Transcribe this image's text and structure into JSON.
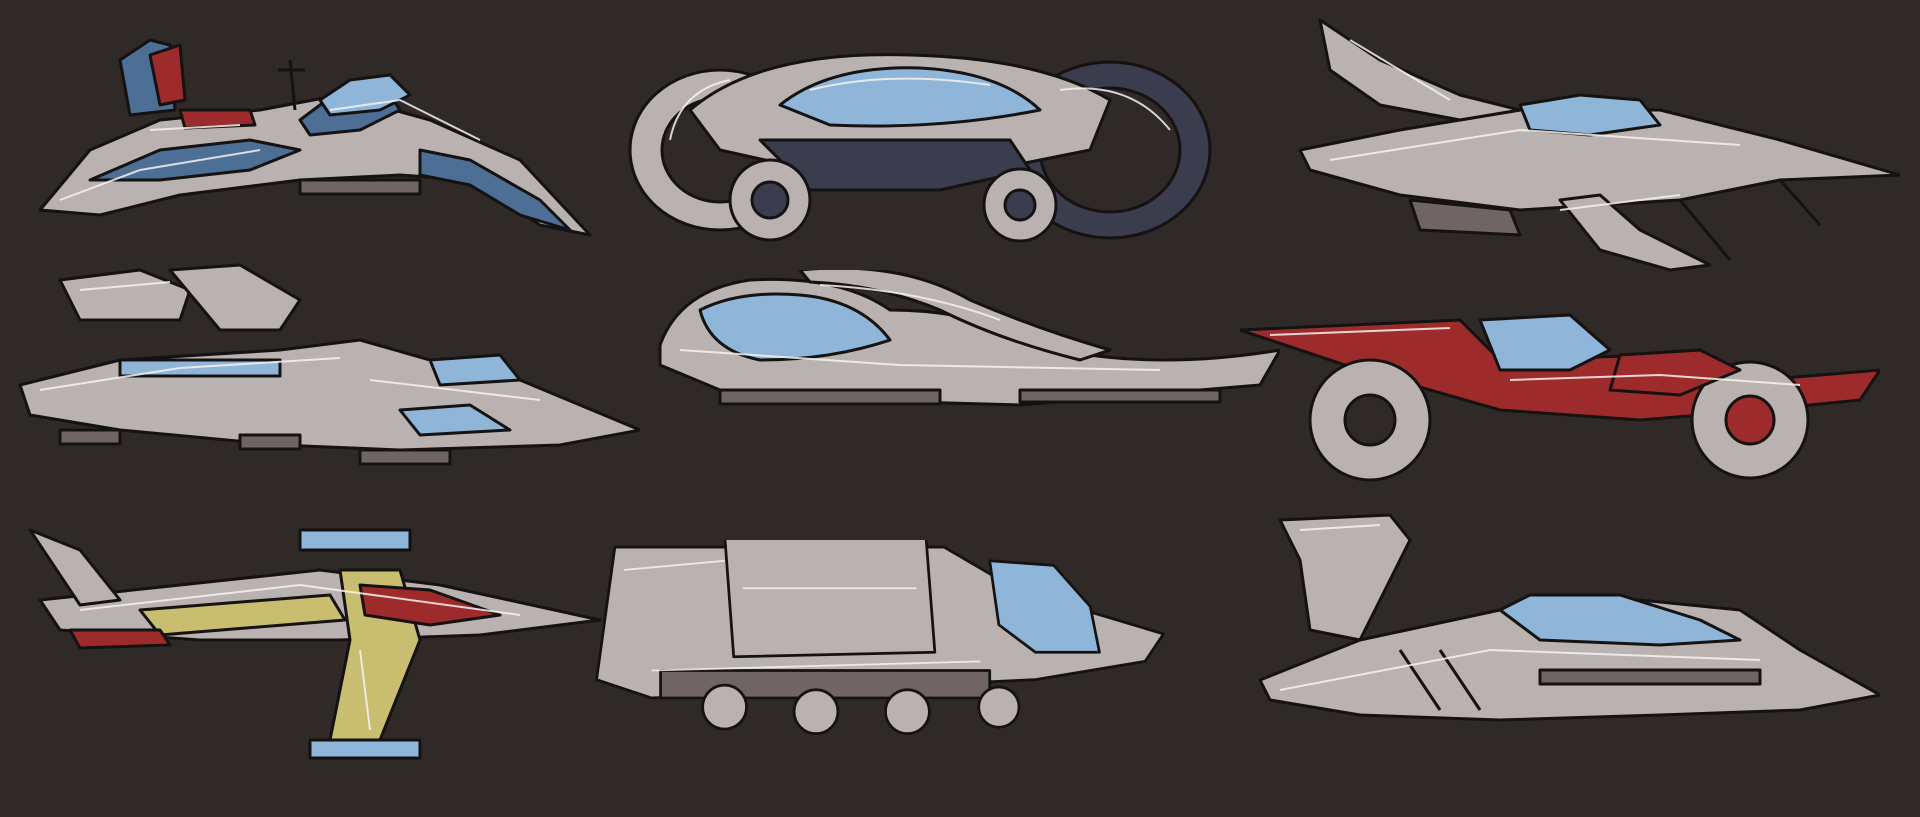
{
  "canvas": {
    "background": "#2f2927"
  },
  "colors": {
    "hull": "#b9b2b1",
    "hull_dark": "#6e6564",
    "outline": "#151212",
    "highlight": "#f4f2f0",
    "glass": "#8fb6d8",
    "accent_blue": "#4d6f95",
    "accent_red": "#9e2b2b",
    "accent_yellow": "#c9bd6f",
    "bike_dark": "#3b3c4d"
  },
  "vehicles": [
    {
      "id": 1,
      "kind": "speeder",
      "accent": "accent_blue"
    },
    {
      "id": 2,
      "kind": "lightcycle",
      "accent": "bike_dark"
    },
    {
      "id": 3,
      "kind": "fighter",
      "accent": "hull"
    },
    {
      "id": 4,
      "kind": "dropship",
      "accent": "glass"
    },
    {
      "id": 5,
      "kind": "pod-racer",
      "accent": "glass"
    },
    {
      "id": 6,
      "kind": "hoverbike",
      "accent": "accent_red"
    },
    {
      "id": 7,
      "kind": "interceptor",
      "accent": "accent_yellow"
    },
    {
      "id": 8,
      "kind": "hauler",
      "accent": "hull"
    },
    {
      "id": 9,
      "kind": "cruiser",
      "accent": "glass"
    }
  ]
}
